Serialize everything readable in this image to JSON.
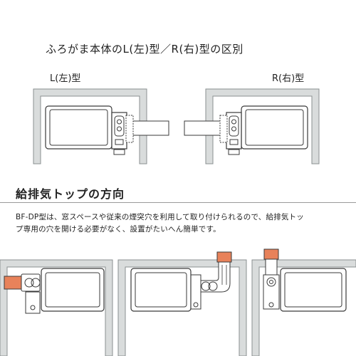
{
  "header": {
    "title": "ふろがま本体のL(左)型／R(右)型の区別"
  },
  "types": {
    "left_label": "L(左)型",
    "right_label": "R(右)型"
  },
  "section": {
    "heading": "給排気トップの方向",
    "description_line1": "BF-DP型は、窓スペースや従来の煙突穴を利用して取り付けられるので、給排気トッ",
    "description_line2": "プ専用の穴を開ける必要がなく、設置がたいへん簡単です。"
  },
  "colors": {
    "wall_fill": "#d9dcdc",
    "wall_stroke": "#8a8f90",
    "pipe_accent": "#e8825a",
    "outline": "#3a3a3a"
  }
}
